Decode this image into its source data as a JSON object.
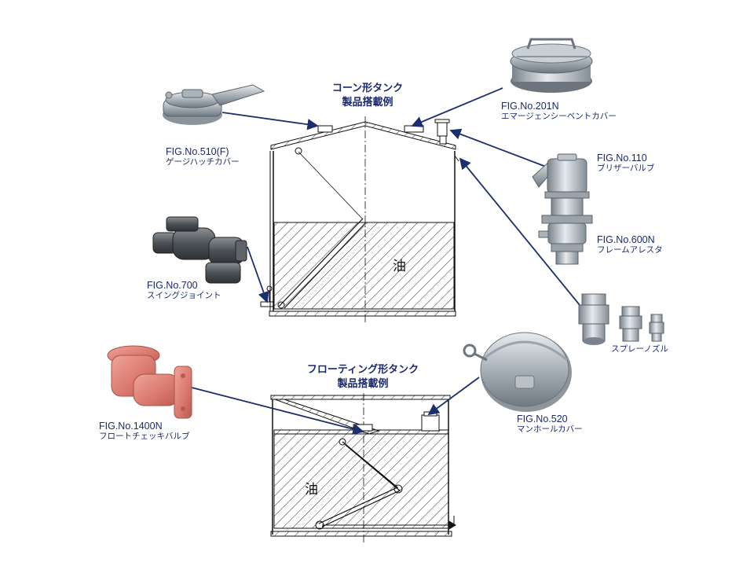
{
  "colors": {
    "label": "#1a2a6c",
    "leader": "#1b2f6e",
    "line": "#111111",
    "hatch": "#333333"
  },
  "cone_tank": {
    "title_line1": "コーン形タンク",
    "title_line2": "製品搭載例",
    "oil_label": "油"
  },
  "floating_tank": {
    "title_line1": "フローティング形タンク",
    "title_line2": "製品搭載例",
    "oil_label": "油"
  },
  "products": {
    "gauge_hatch": {
      "fig": "FIG.No.510(F)",
      "name": "ゲージハッチカバー",
      "icon": "gauge-hatch-icon"
    },
    "emergency_vent": {
      "fig": "FIG.No.201N",
      "name": "エマージェンシーベントカバー",
      "icon": "emergency-vent-icon"
    },
    "breather": {
      "fig": "FIG.No.110",
      "name": "ブリザーバルブ",
      "icon": "breather-valve-icon"
    },
    "flame_arrester": {
      "fig": "FIG.No.600N",
      "name": "フレームアレスタ",
      "icon": "flame-arrester-icon"
    },
    "swing_joint": {
      "fig": "FIG.No.700",
      "name": "スイングジョイント",
      "icon": "swing-joint-icon"
    },
    "spray_nozzle": {
      "name": "スプレーノズル",
      "icon": "spray-nozzle-icon"
    },
    "float_check": {
      "fig": "FIG.No.1400N",
      "name": "フロートチェッキバルブ",
      "icon": "float-check-valve-icon"
    },
    "manhole": {
      "fig": "FIG.No.520",
      "name": "マンホールカバー",
      "icon": "manhole-cover-icon"
    }
  }
}
